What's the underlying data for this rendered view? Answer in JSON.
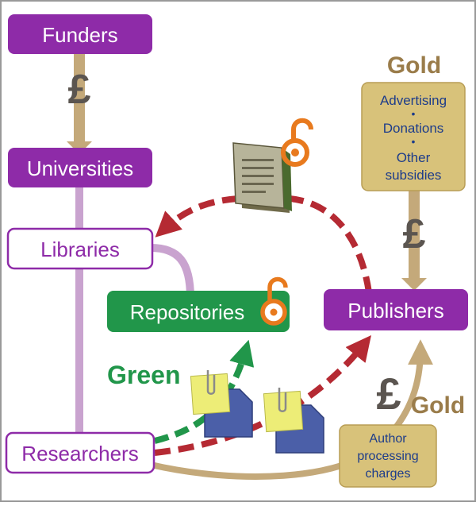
{
  "nodes": {
    "funders": "Funders",
    "universities": "Universities",
    "libraries": "Libraries",
    "repositories": "Repositories",
    "publishers": "Publishers",
    "researchers": "Researchers"
  },
  "gold_box": {
    "title": "Gold",
    "items": [
      "Advertising",
      "•",
      "Donations",
      "•",
      "Other",
      "subsidies"
    ]
  },
  "apc_box": {
    "lines": [
      "Author",
      "processing",
      "charges"
    ]
  },
  "labels": {
    "green": "Green",
    "gold_bottom": "Gold",
    "pound": "£"
  },
  "colors": {
    "purple": "#8e2ba8",
    "purple_line": "#c9a3cf",
    "green": "#21964a",
    "red_dashed": "#b52a33",
    "green_dashed": "#21964a",
    "gold_fill": "#d8c27a",
    "gold_text": "#9a7c4a",
    "gold_arrow": "#c4a97a",
    "orange_lock": "#e87a1e",
    "pound_gray": "#5b5550",
    "frame": "#9a9a9a"
  }
}
